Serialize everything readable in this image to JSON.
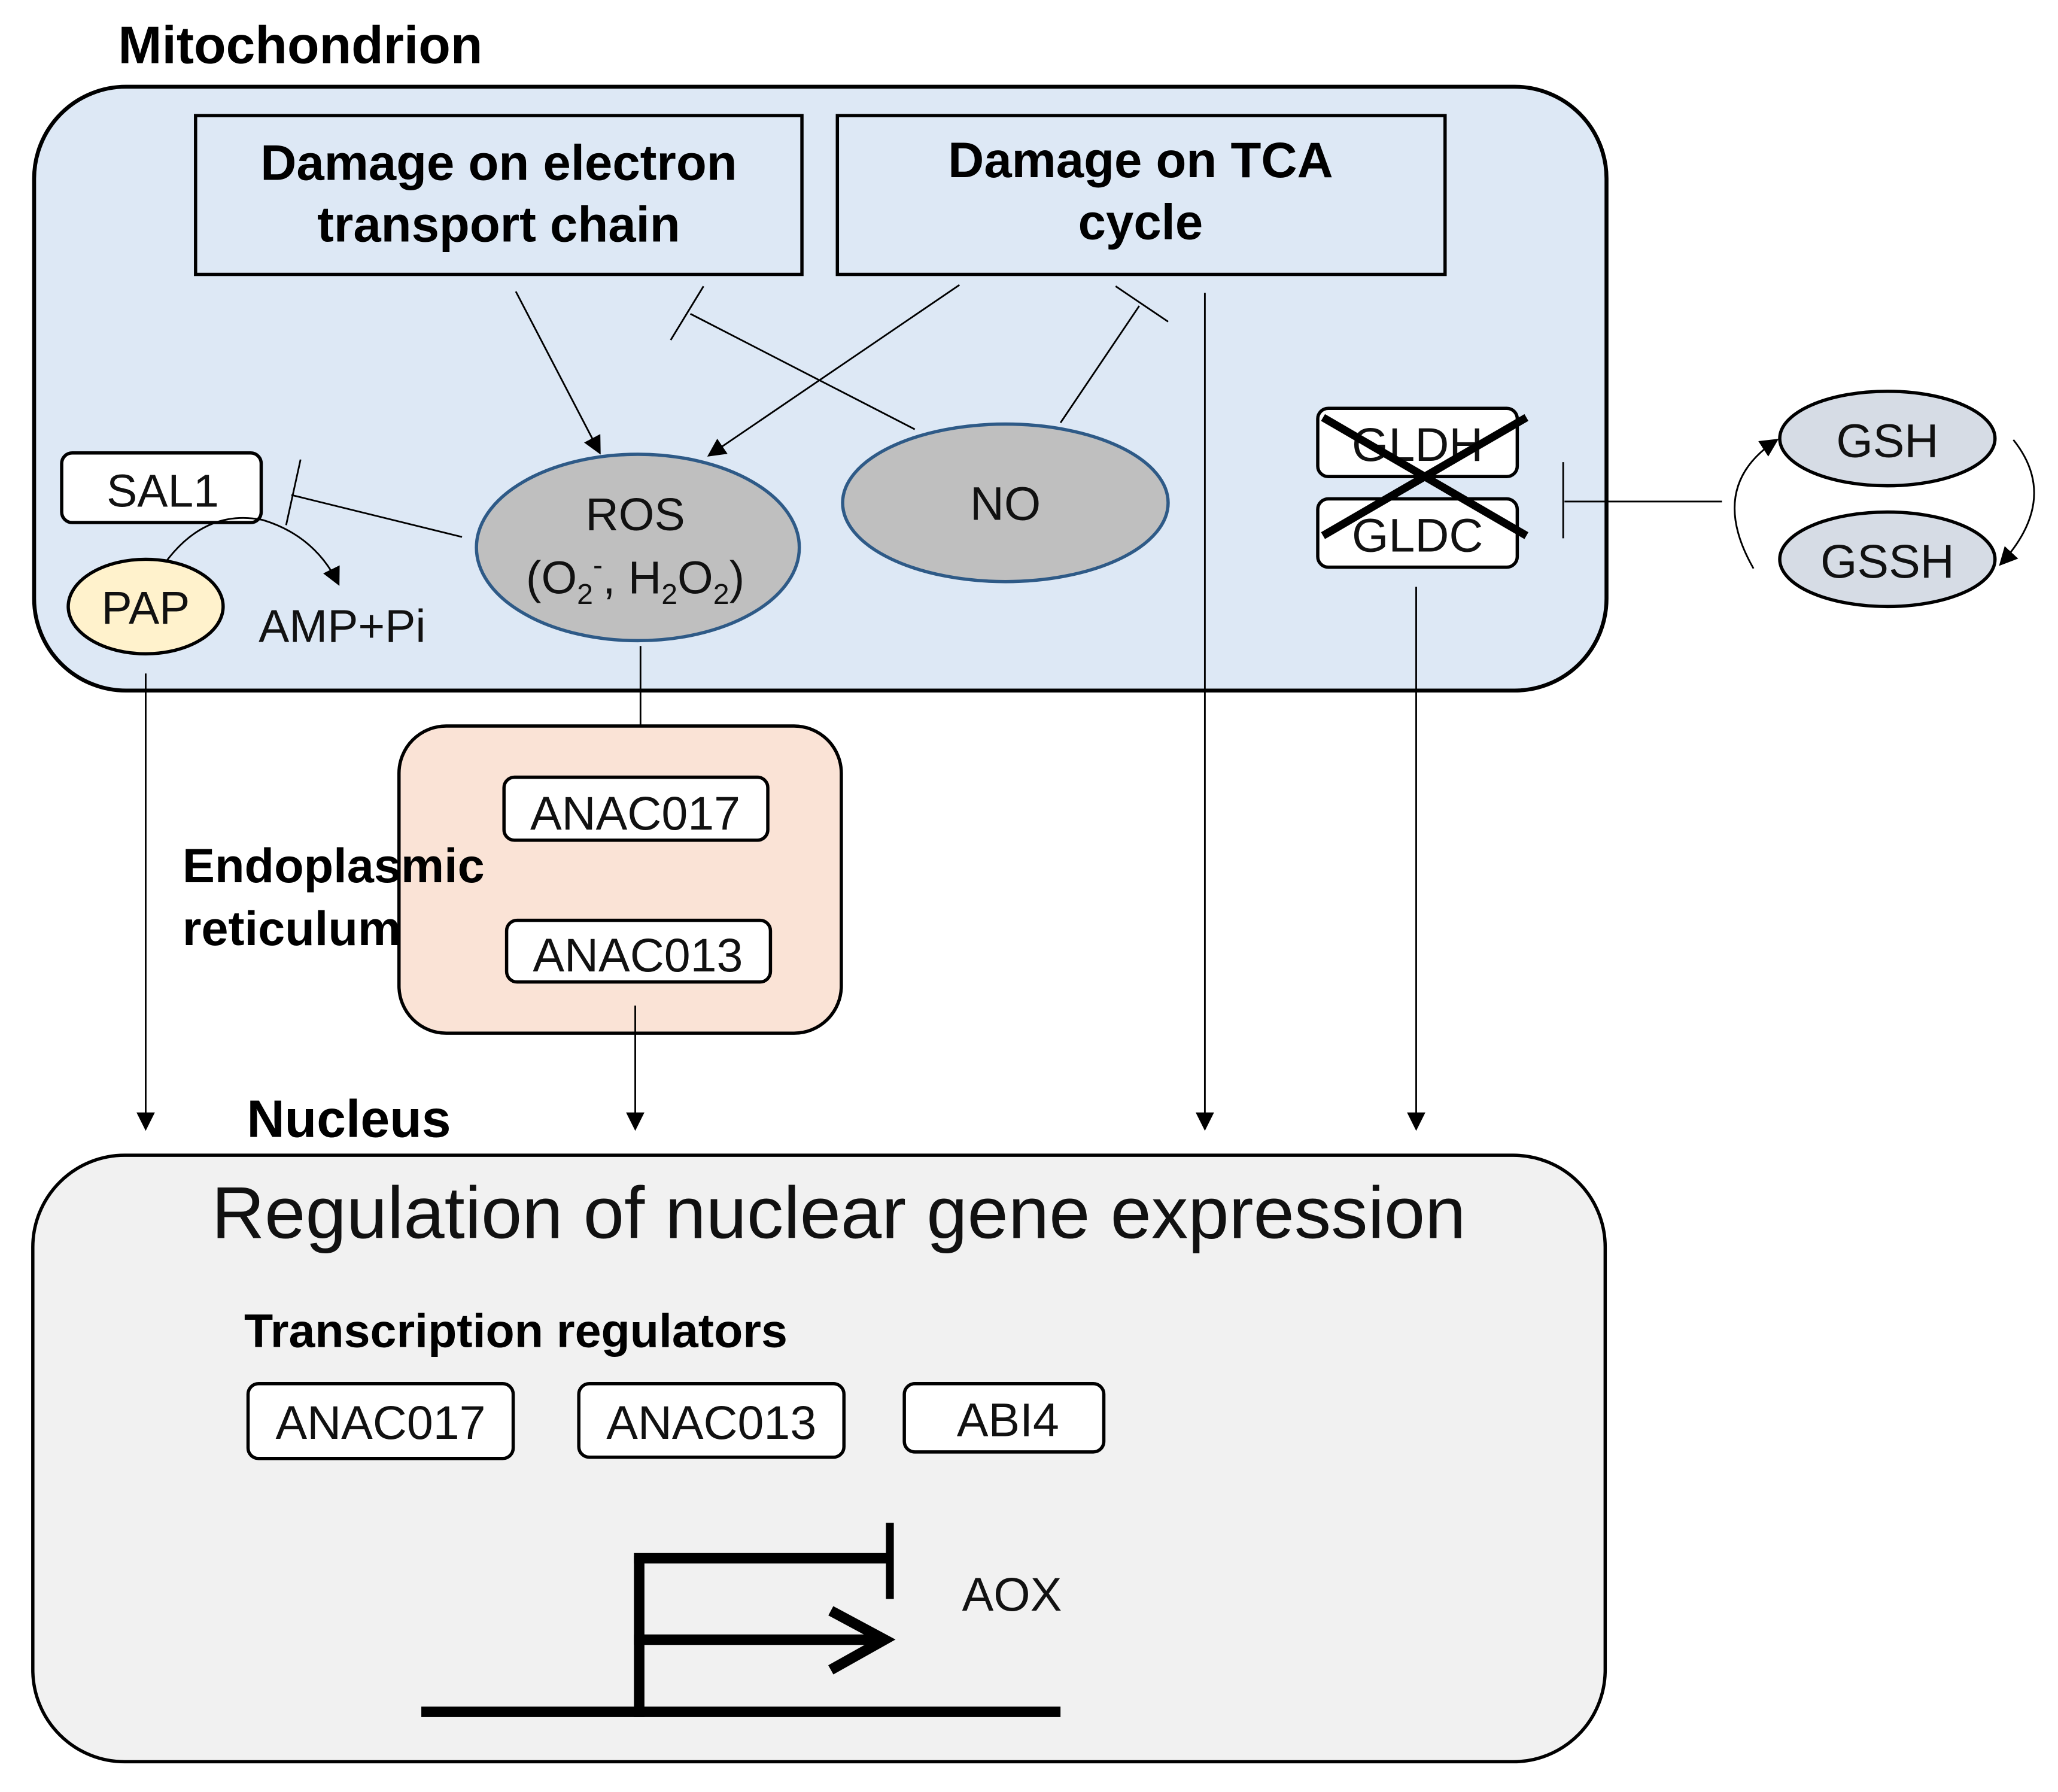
{
  "compartments": {
    "mitochondrion": {
      "title": "Mitochondrion",
      "fill": "#dde8f5"
    },
    "er": {
      "title_line1": "Endoplasmic",
      "title_line2": "reticulum",
      "fill": "#fae3d6"
    },
    "nucleus": {
      "title": "Nucleus",
      "fill": "#f1f1f1",
      "heading": "Regulation of nuclear gene expression"
    }
  },
  "mitochondrion": {
    "damage_etc": {
      "line1": "Damage on electron",
      "line2": "transport chain"
    },
    "damage_tca": {
      "line1": "Damage on TCA",
      "line2": "cycle"
    },
    "ros": {
      "line1": "ROS",
      "o2": "O",
      "o2_sub": "2",
      "o2_sup": "-",
      "h2o2_h": "H",
      "h2o2_sub1": "2",
      "h2o2_o": "O",
      "h2o2_sub2": "2",
      "fill": "#bfbfbf",
      "stroke": "#2e5a87"
    },
    "no": {
      "label": "NO",
      "fill": "#bfbfbf",
      "stroke": "#2e5a87"
    },
    "sal1": {
      "label": "SAL1"
    },
    "pap": {
      "label": "PAP",
      "fill": "#fff2cc"
    },
    "amp_pi": {
      "label": "AMP+Pi"
    },
    "gldh": {
      "label": "GLDH",
      "knocked_out": true
    },
    "gldc": {
      "label": "GLDC",
      "knocked_out": true
    }
  },
  "glutathione": {
    "gsh": {
      "label": "GSH"
    },
    "gssh": {
      "label": "GSSH"
    },
    "fill": "#d6dce5"
  },
  "er_proteins": [
    {
      "label": "ANAC017"
    },
    {
      "label": "ANAC013"
    }
  ],
  "nucleus": {
    "regulators_title": "Transcription regulators",
    "regulators": [
      {
        "label": "ANAC017"
      },
      {
        "label": "ANAC013"
      },
      {
        "label": "ABI4"
      }
    ],
    "gene": {
      "label": "AOX"
    }
  },
  "edges": [
    {
      "from": "Damage on electron transport chain",
      "to": "ROS",
      "type": "activation"
    },
    {
      "from": "Damage on TCA cycle",
      "to": "ROS",
      "type": "activation"
    },
    {
      "from": "NO",
      "to": "Damage on electron transport chain",
      "type": "inhibition"
    },
    {
      "from": "NO",
      "to": "Damage on TCA cycle",
      "type": "inhibition"
    },
    {
      "from": "ROS",
      "to": "SAL1",
      "type": "inhibition"
    },
    {
      "from": "SAL1",
      "to": "AMP+Pi",
      "type": "conversion",
      "substrate": "PAP"
    },
    {
      "from": "GSH/GSSH",
      "to": "GLDH/GLDC",
      "type": "inhibition"
    },
    {
      "from": "GSH",
      "to": "GSSH",
      "type": "cycle"
    },
    {
      "from": "ROS",
      "to": "ANAC017 (ER)",
      "type": "activation"
    },
    {
      "from": "ANAC013 (ER)",
      "to": "Nucleus",
      "type": "activation"
    },
    {
      "from": "PAP",
      "to": "Nucleus",
      "type": "activation"
    },
    {
      "from": "Damage on TCA cycle",
      "to": "Nucleus",
      "type": "activation"
    },
    {
      "from": "GLDH/GLDC",
      "to": "Nucleus",
      "type": "activation"
    }
  ]
}
